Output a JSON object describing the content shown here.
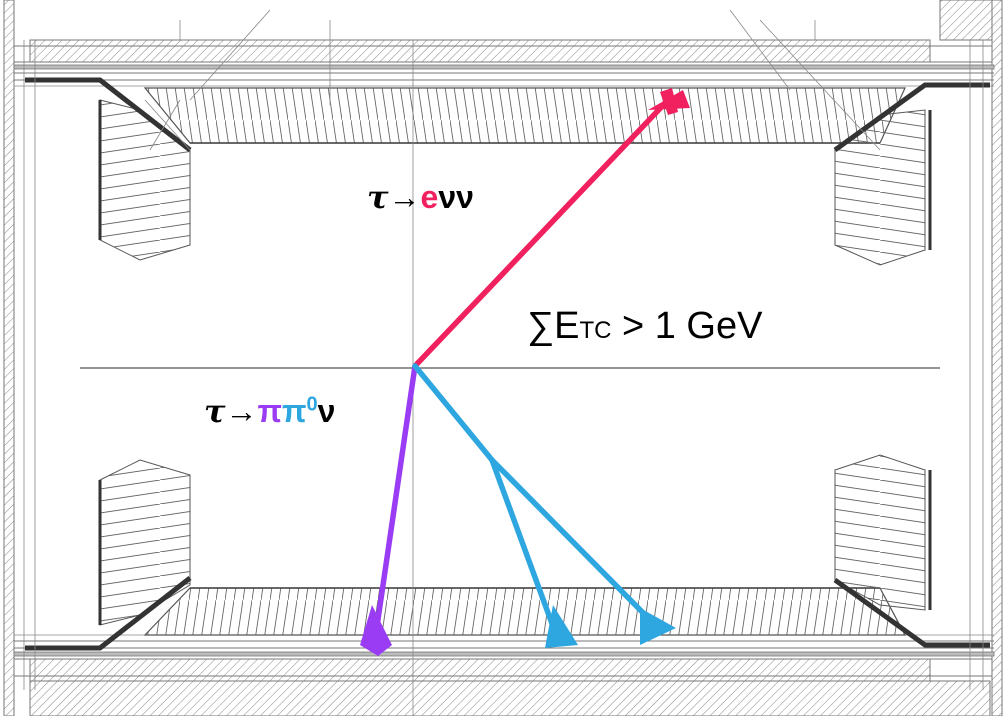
{
  "labels": {
    "tau_e": {
      "tau": "τ",
      "arrow": "→",
      "product_e": "e",
      "rest": "νν"
    },
    "tau_pi": {
      "tau": "τ",
      "arrow": "→",
      "product_pi": "π",
      "product_pi0": "π",
      "pi0_sup": "0",
      "rest": "ν"
    },
    "energy_cut": {
      "prefix": "∑E",
      "sub": "TC",
      "suffix": " > 1 GeV"
    }
  },
  "colors": {
    "electron": "#f0215e",
    "charged_pion": "#9b3cf5",
    "neutral_pion": "#2ea6df",
    "detector_line": "#555555",
    "detector_fill": "#cccccc"
  }
}
